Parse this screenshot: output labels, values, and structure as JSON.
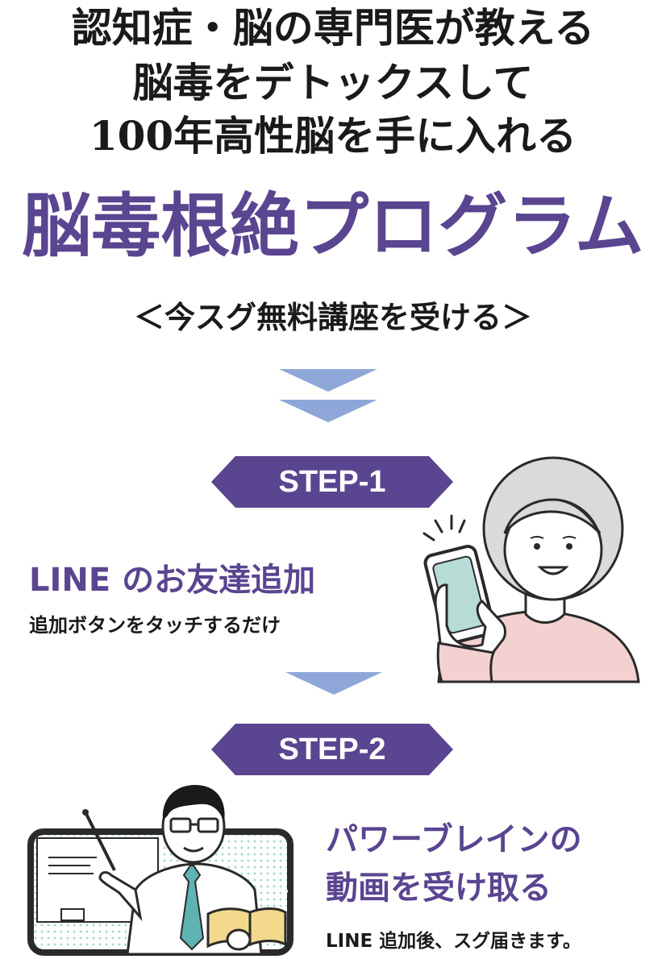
{
  "headline": {
    "line1": "認知症・脳の専門医が教える",
    "line2": "脳毒をデトックスして",
    "line3": "100年高性脳を手に入れる"
  },
  "program_title": "脳毒根絶プログラム",
  "cta": "＜今スグ無料講座を受ける＞",
  "colors": {
    "brand": "#5a4590",
    "arrow": "#8ea7d8",
    "text": "#1a1a1a"
  },
  "steps": [
    {
      "label": "STEP-1",
      "title": "LINE のお友達追加",
      "description": "追加ボタンをタッチするだけ",
      "icon": "woman-holding-smartphone-illustration"
    },
    {
      "label": "STEP-2",
      "title_line1": "パワーブレインの",
      "title_line2": "動画を受け取る",
      "description": "LINE 追加後、スグ届きます。",
      "icon": "man-teacher-video-screen-illustration"
    }
  ]
}
